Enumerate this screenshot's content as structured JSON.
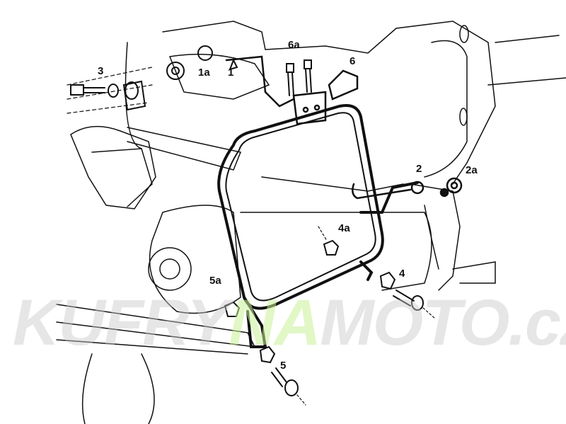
{
  "labels": {
    "l3": "3",
    "l1a": "1a",
    "l1": "1",
    "l6a": "6a",
    "l6": "6",
    "l2": "2",
    "l2a": "2a",
    "l4a": "4a",
    "l4": "4",
    "l5a": "5a",
    "l5": "5"
  },
  "watermark": {
    "part1": "KUFRY",
    "part2": "NA",
    "part3": "MOTO.cz"
  },
  "colors": {
    "line": "#111111",
    "watermark_accent": "#c8f096"
  }
}
